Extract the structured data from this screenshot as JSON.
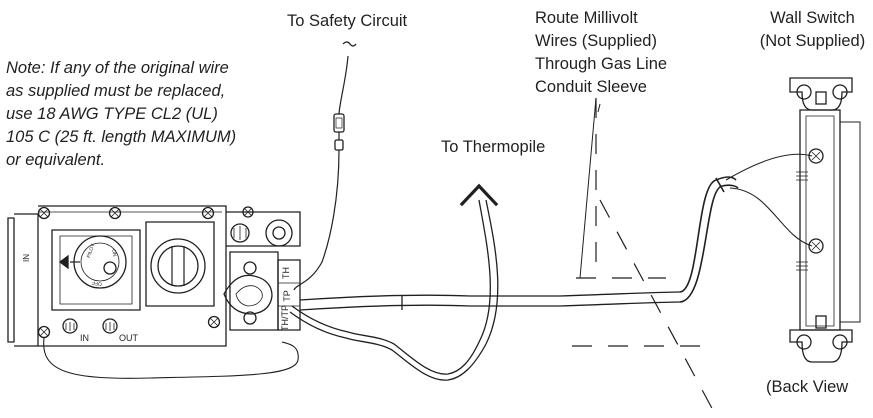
{
  "labels": {
    "safety_circuit": "To Safety Circuit",
    "thermopile": "To Thermopile",
    "route_lines": [
      "Route Millivolt",
      "Wires (Supplied)",
      "Through Gas Line",
      "Conduit Sleeve"
    ],
    "wall_switch_lines": [
      "Wall Switch",
      "(Not Supplied)"
    ],
    "back_view": "(Back View"
  },
  "note_lines": [
    "Note: If any of the original wire",
    "as supplied must be replaced,",
    "use 18 AWG TYPE CL2 (UL)",
    "105 C (25 ft. length MAXIMUM)",
    "or equivalent."
  ],
  "valve": {
    "inlet_label": "IN",
    "in_label": "IN",
    "out_label": "OUT",
    "knob_on": "ON",
    "knob_pilot": "PILOT",
    "knob_off": "OFF",
    "terminal_labels": [
      "TH",
      "TP",
      "TH/TP"
    ]
  },
  "colors": {
    "line": "#231f20",
    "background": "#ffffff"
  }
}
